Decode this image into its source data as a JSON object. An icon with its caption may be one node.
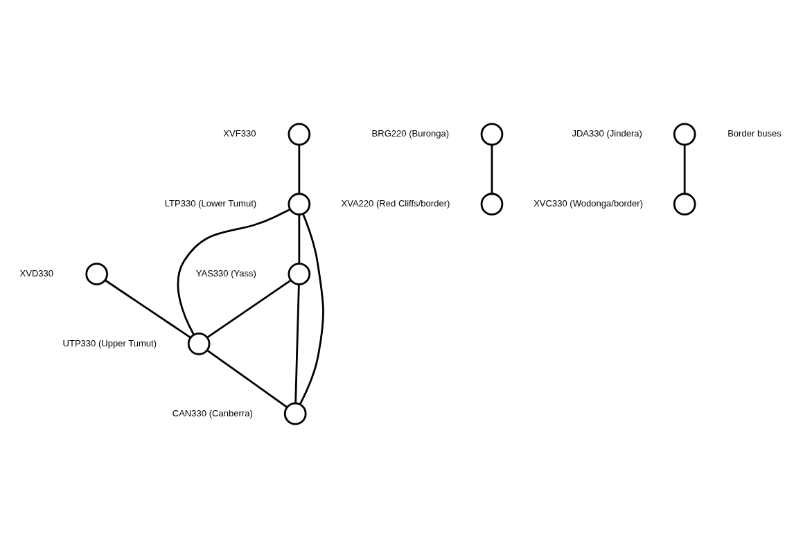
{
  "diagram": {
    "nodes": [
      {
        "text": [],
        "shape": "circle",
        "beside": [
          "LTP330 (Lower Tumut)"
        ]
      },
      {
        "text": [],
        "shape": "circle",
        "beside": [
          "YAS330 (Yass)"
        ]
      },
      {
        "text": [],
        "shape": "circle",
        "beside": [
          "XVF330"
        ]
      },
      {
        "text": [],
        "shape": "circle",
        "beside": [
          "UTP330 (Upper Tumut)"
        ]
      },
      {
        "text": [],
        "shape": "circle",
        "beside": [
          "CAN330 (Canberra)"
        ]
      },
      {
        "text": [],
        "shape": "circle",
        "beside": [
          "XVD330"
        ]
      },
      {
        "text": [],
        "shape": "circle",
        "beside": [
          "BRG220 (Buronga)"
        ]
      },
      {
        "text": [],
        "shape": "circle",
        "beside": [
          "JDA330 (Jindera)"
        ]
      },
      {
        "text": [],
        "shape": "circle",
        "beside": [
          "XVA220 (Red Cliffs/border)"
        ]
      },
      {
        "text": [],
        "shape": "circle",
        "beside": [
          "XVC330 (Wodonga/border)"
        ]
      }
    ],
    "edges": [
      {
        "from": 0,
        "to": 1,
        "arrow": "none"
      },
      {
        "from": 0,
        "to": 3,
        "arrow": "none"
      },
      {
        "from": 0,
        "to": 4,
        "arrow": "none"
      },
      {
        "from": 2,
        "to": 0,
        "arrow": "none"
      },
      {
        "from": 1,
        "to": 4,
        "arrow": "none"
      },
      {
        "from": 1,
        "to": 3,
        "arrow": "none"
      },
      {
        "from": 3,
        "to": 4,
        "arrow": "none"
      },
      {
        "from": 5,
        "to": 3,
        "arrow": "none"
      },
      {
        "from": 6,
        "to": 8,
        "arrow": "none"
      },
      {
        "from": 7,
        "to": 9,
        "arrow": "none"
      }
    ],
    "labels": [
      "Border buses"
    ]
  }
}
